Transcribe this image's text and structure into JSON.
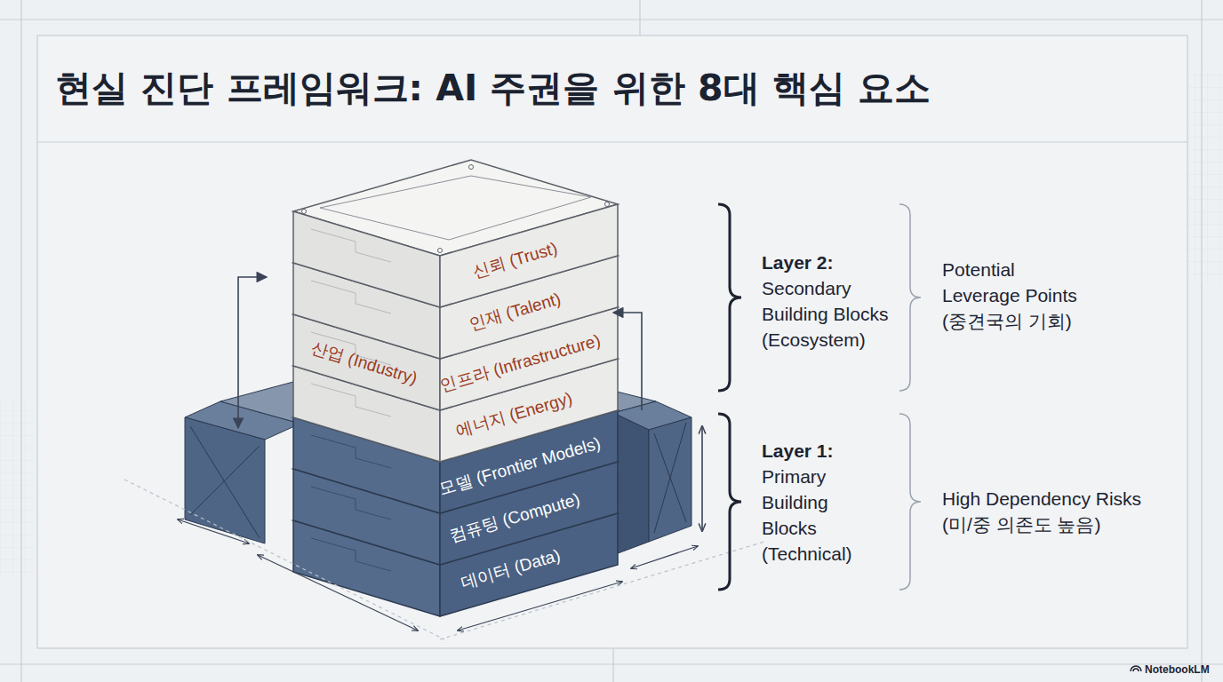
{
  "diagram": {
    "title": "현실 진단 프레임워크: AI 주권을 위한 8대 핵심 요소",
    "nodes": [
      {
        "text": [
          "신뢰 (Trust)"
        ]
      },
      {
        "text": [
          "인재 (Talent)"
        ]
      },
      {
        "text": [
          "산업 (Industry)"
        ]
      },
      {
        "text": [
          "인프라 (Infrastructure)"
        ]
      },
      {
        "text": [
          "에너지 (Energy)"
        ]
      },
      {
        "text": [
          "모델 (Frontier Models)"
        ]
      },
      {
        "text": [
          "컴퓨팅 (Compute)"
        ]
      },
      {
        "text": [
          "데이터 (Data)"
        ]
      }
    ],
    "labels": [
      "Layer 2:",
      "Secondary Building Blocks (Ecosystem)",
      "Potential Leverage Points (중견국의 기회)",
      "Layer 1:",
      "Primary Building Blocks (Technical)",
      "High Dependency Risks (미/중 의존도 높음)",
      "NotebookLM"
    ]
  }
}
